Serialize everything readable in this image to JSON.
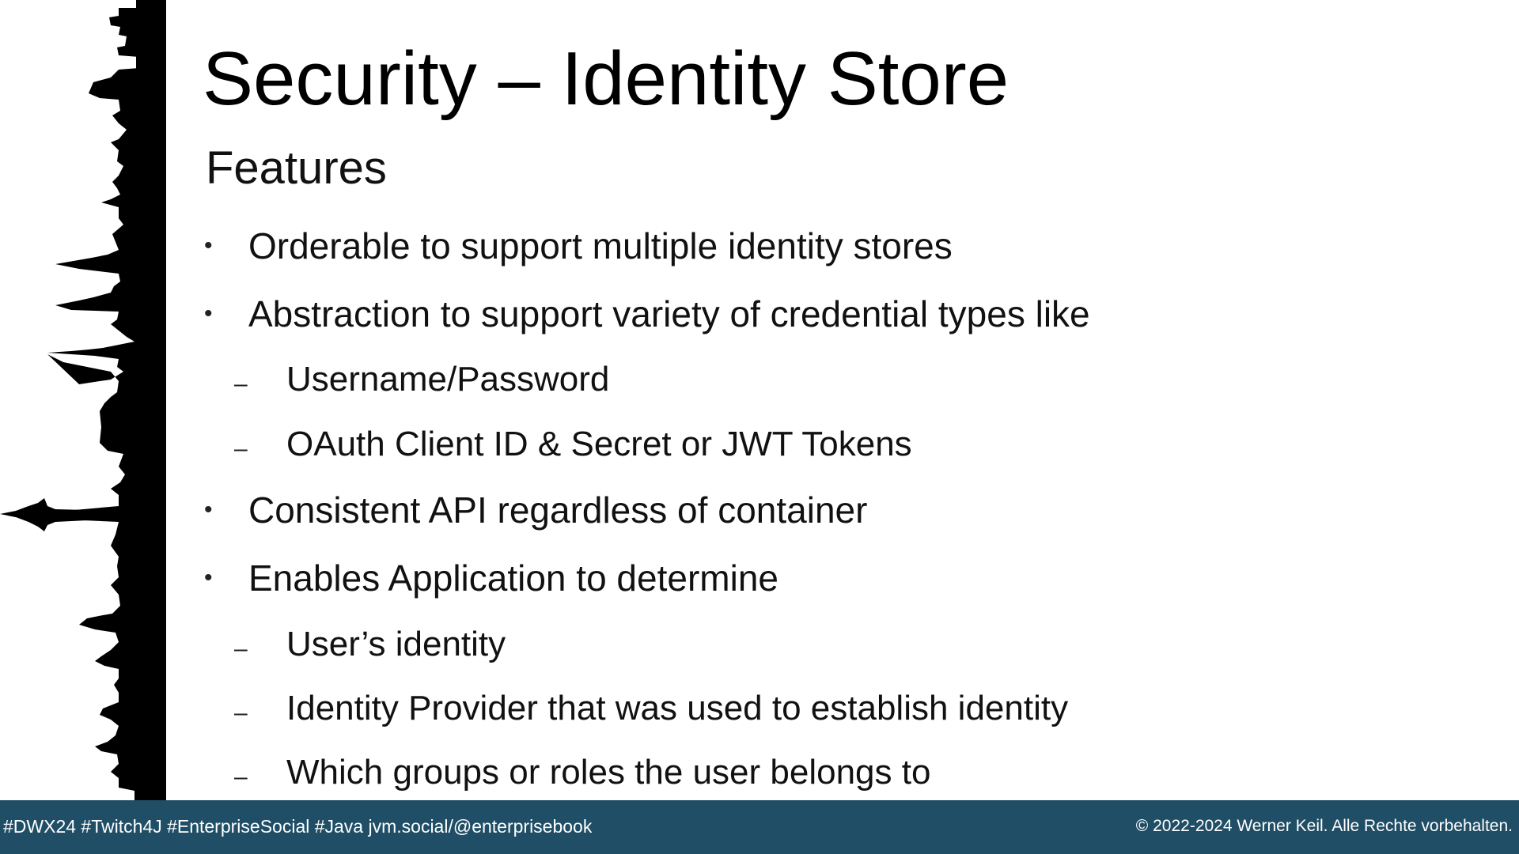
{
  "slide": {
    "title": "Security – Identity Store",
    "subtitle": "Features",
    "items": [
      {
        "level": 1,
        "marker": "•",
        "text": "Orderable to support multiple identity stores"
      },
      {
        "level": 1,
        "marker": "•",
        "text": "Abstraction to support variety of credential types like"
      },
      {
        "level": 2,
        "marker": "–",
        "text": "Username/Password"
      },
      {
        "level": 2,
        "marker": "–",
        "text": "OAuth Client ID & Secret or JWT Tokens"
      },
      {
        "level": 1,
        "marker": "•",
        "text": "Consistent API regardless of container"
      },
      {
        "level": 1,
        "marker": "•",
        "text": "Enables Application to determine"
      },
      {
        "level": 2,
        "marker": "–",
        "text": "User’s identity"
      },
      {
        "level": 2,
        "marker": "–",
        "text": "Identity Provider that was used to establish identity"
      },
      {
        "level": 2,
        "marker": "–",
        "text": "Which groups or roles the user belongs to"
      }
    ]
  },
  "decoration": {
    "skyline_icon": "city-skyline-silhouette-icon",
    "skyline_color": "#000000"
  },
  "footer": {
    "left_text": "#DWX24 #Twitch4J #EnterpriseSocial #Java jvm.social/@enterprisebook",
    "right_text": "© 2022-2024 Werner Keil. Alle Rechte vorbehalten.",
    "background_color": "#1f4e66",
    "text_color": "#ffffff"
  }
}
